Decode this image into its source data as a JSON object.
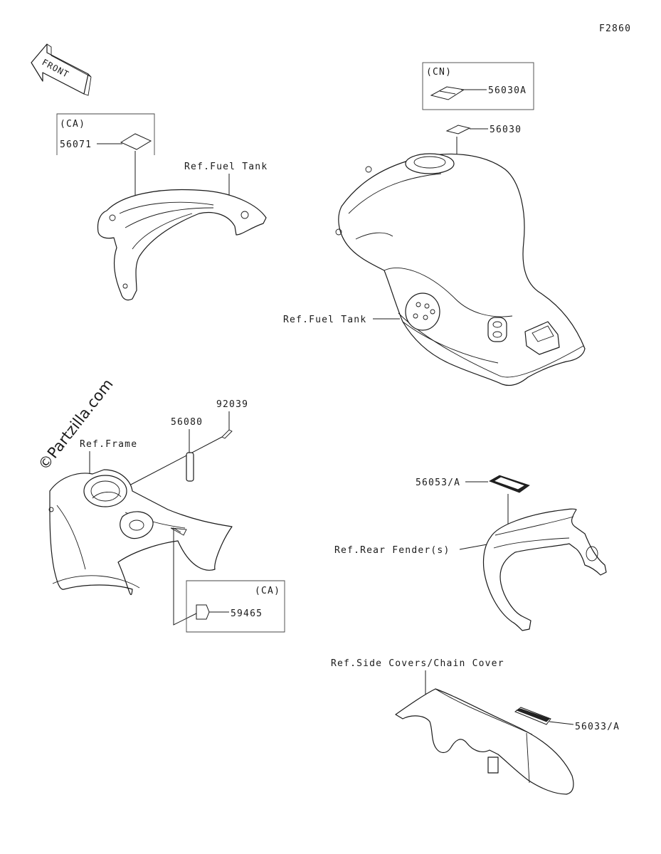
{
  "figure_code": "F2860",
  "front_arrow": {
    "label": "FRONT",
    "icon": "front-arrow-icon"
  },
  "watermark": "©Partzilla.com",
  "groups": {
    "seat_cover": {
      "region_tag": "(CA)",
      "part_number": "56071",
      "ref_label": "Ref.Fuel Tank"
    },
    "fuel_tank": {
      "region_tag": "(CN)",
      "part_number_cn": "56030A",
      "part_number": "56030",
      "ref_label": "Ref.Fuel Tank"
    },
    "frame": {
      "ref_label": "Ref.Frame",
      "part_wire": "92039",
      "part_tag": "56080",
      "region_tag": "(CA)",
      "part_label_ca": "59465"
    },
    "rear_fender": {
      "part_number": "56053/A",
      "ref_label": "Ref.Rear Fender(s)"
    },
    "chain_cover": {
      "ref_label": "Ref.Side Covers/Chain Cover",
      "part_number": "56033/A"
    }
  }
}
